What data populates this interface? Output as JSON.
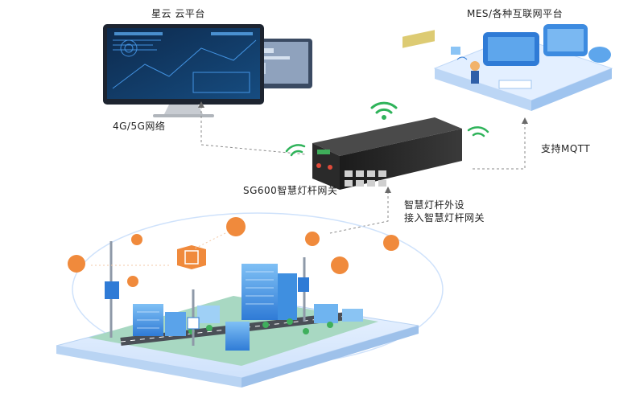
{
  "labels": {
    "cloud_platform": "星云 云平台",
    "mes_platform": "MES/各种互联网平台",
    "network": "4G/5G网络",
    "mqtt": "支持MQTT",
    "gateway": "SG600智慧灯杆网关",
    "peripheral_line1": "智慧灯杆外设",
    "peripheral_line2": "接入智慧灯杆网关"
  },
  "colors": {
    "accent_blue": "#2f7bd6",
    "signal_green": "#2fb35a",
    "icon_orange": "#f08a3c",
    "dashed": "#8a8a8a"
  }
}
